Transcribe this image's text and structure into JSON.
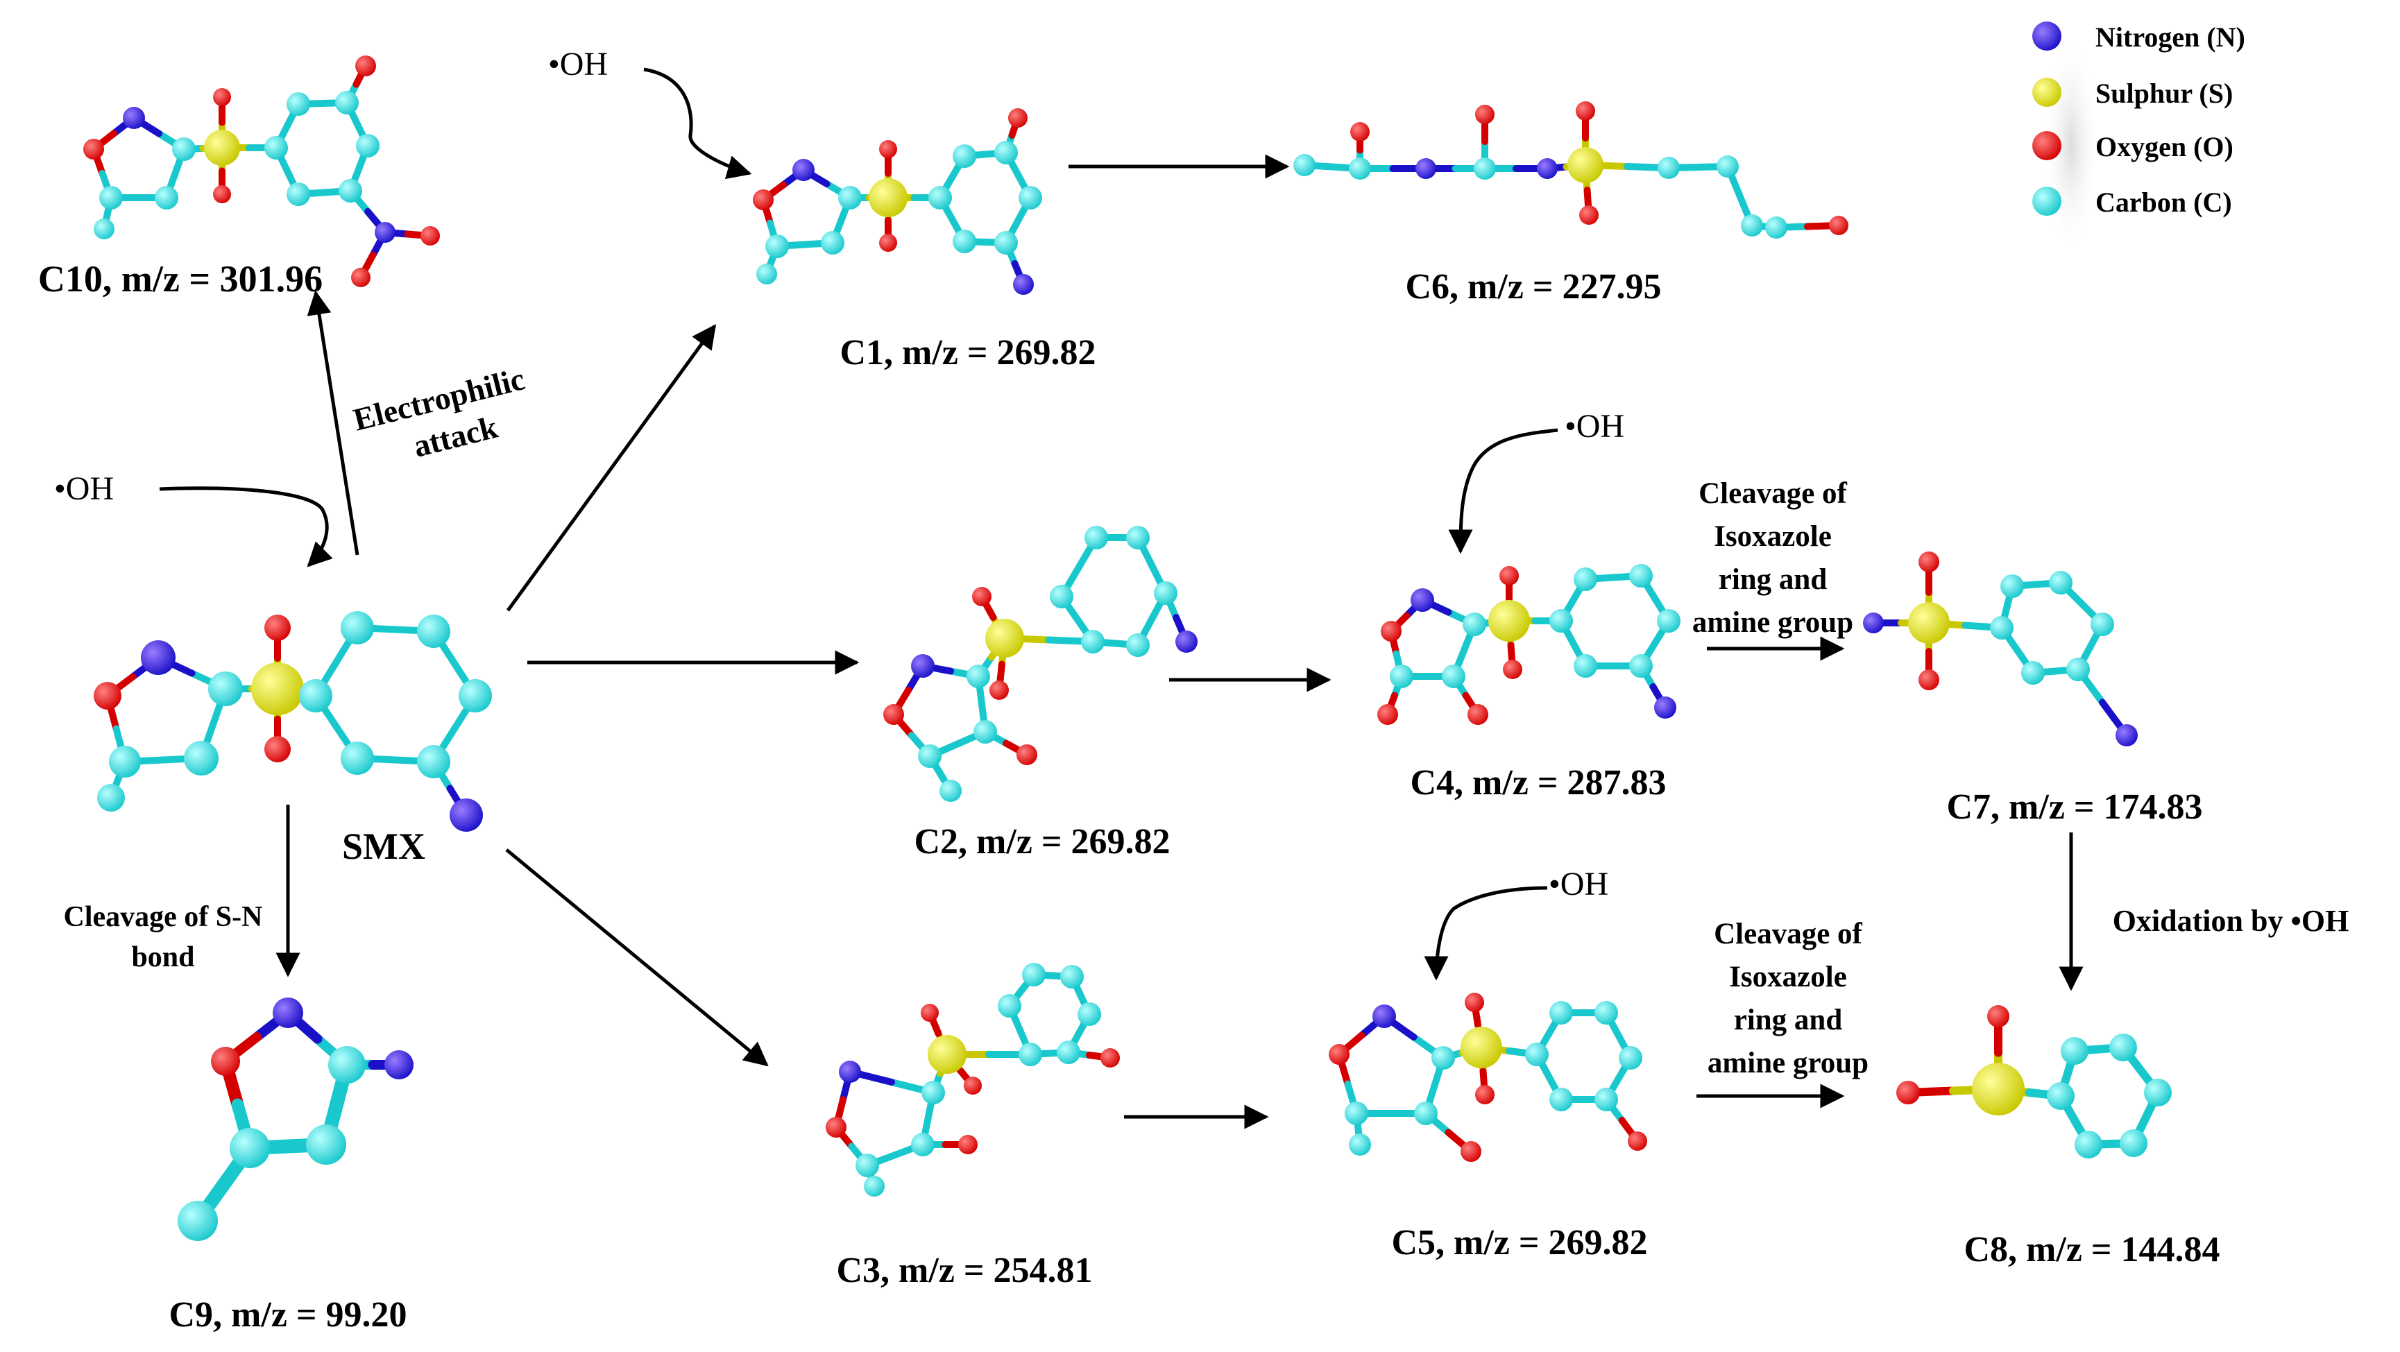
{
  "legend": [
    {
      "label": "Nitrogen (N)",
      "color": "#5a1de6"
    },
    {
      "label": "Sulphur (S)",
      "color": "#e3e312"
    },
    {
      "label": "Oxygen (O)",
      "color": "#ee1c1c"
    },
    {
      "label": "Carbon (C)",
      "color": "#2ee6e6"
    }
  ],
  "radical": "•OH",
  "compounds": {
    "smx": "SMX",
    "c1": "C1, m/z = 269.82",
    "c2": "C2, m/z = 269.82",
    "c3": "C3, m/z = 254.81",
    "c4": "C4, m/z = 287.83",
    "c5": "C5, m/z = 269.82",
    "c6": "C6, m/z = 227.95",
    "c7": "C7, m/z = 174.83",
    "c8": "C8, m/z = 144.84",
    "c9": "C9, m/z = 99.20",
    "c10": "C10, m/z = 301.96"
  },
  "steps": {
    "electrophilic_1": "Electrophilic",
    "electrophilic_2": "attack",
    "sn_1": "Cleavage of S-N",
    "sn_2": "bond",
    "iso_1": "Cleavage of",
    "iso_2": "Isoxazole",
    "iso_3": "ring and",
    "iso_4": "amine group",
    "oxidation": "Oxidation by  •OH"
  }
}
